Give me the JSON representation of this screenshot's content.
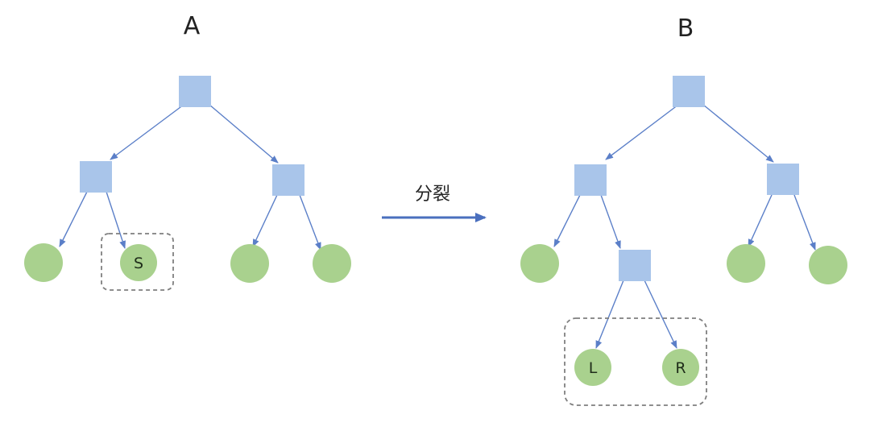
{
  "colors": {
    "internal_node": "#a9c5ea",
    "leaf_node": "#a9d18e",
    "edge": "#5b7fc8",
    "arrow": "#4a6fbe",
    "dashed_box": "#7f7f7f"
  },
  "icons": {
    "internal_node": "square-node-icon",
    "leaf_node": "circle-node-icon"
  },
  "titles": {
    "a": "A",
    "b": "B"
  },
  "arrow": {
    "label": "分裂"
  },
  "tree_a": {
    "leaves": {
      "s": "S"
    }
  },
  "tree_b": {
    "leaves": {
      "l": "L",
      "r": "R"
    }
  }
}
